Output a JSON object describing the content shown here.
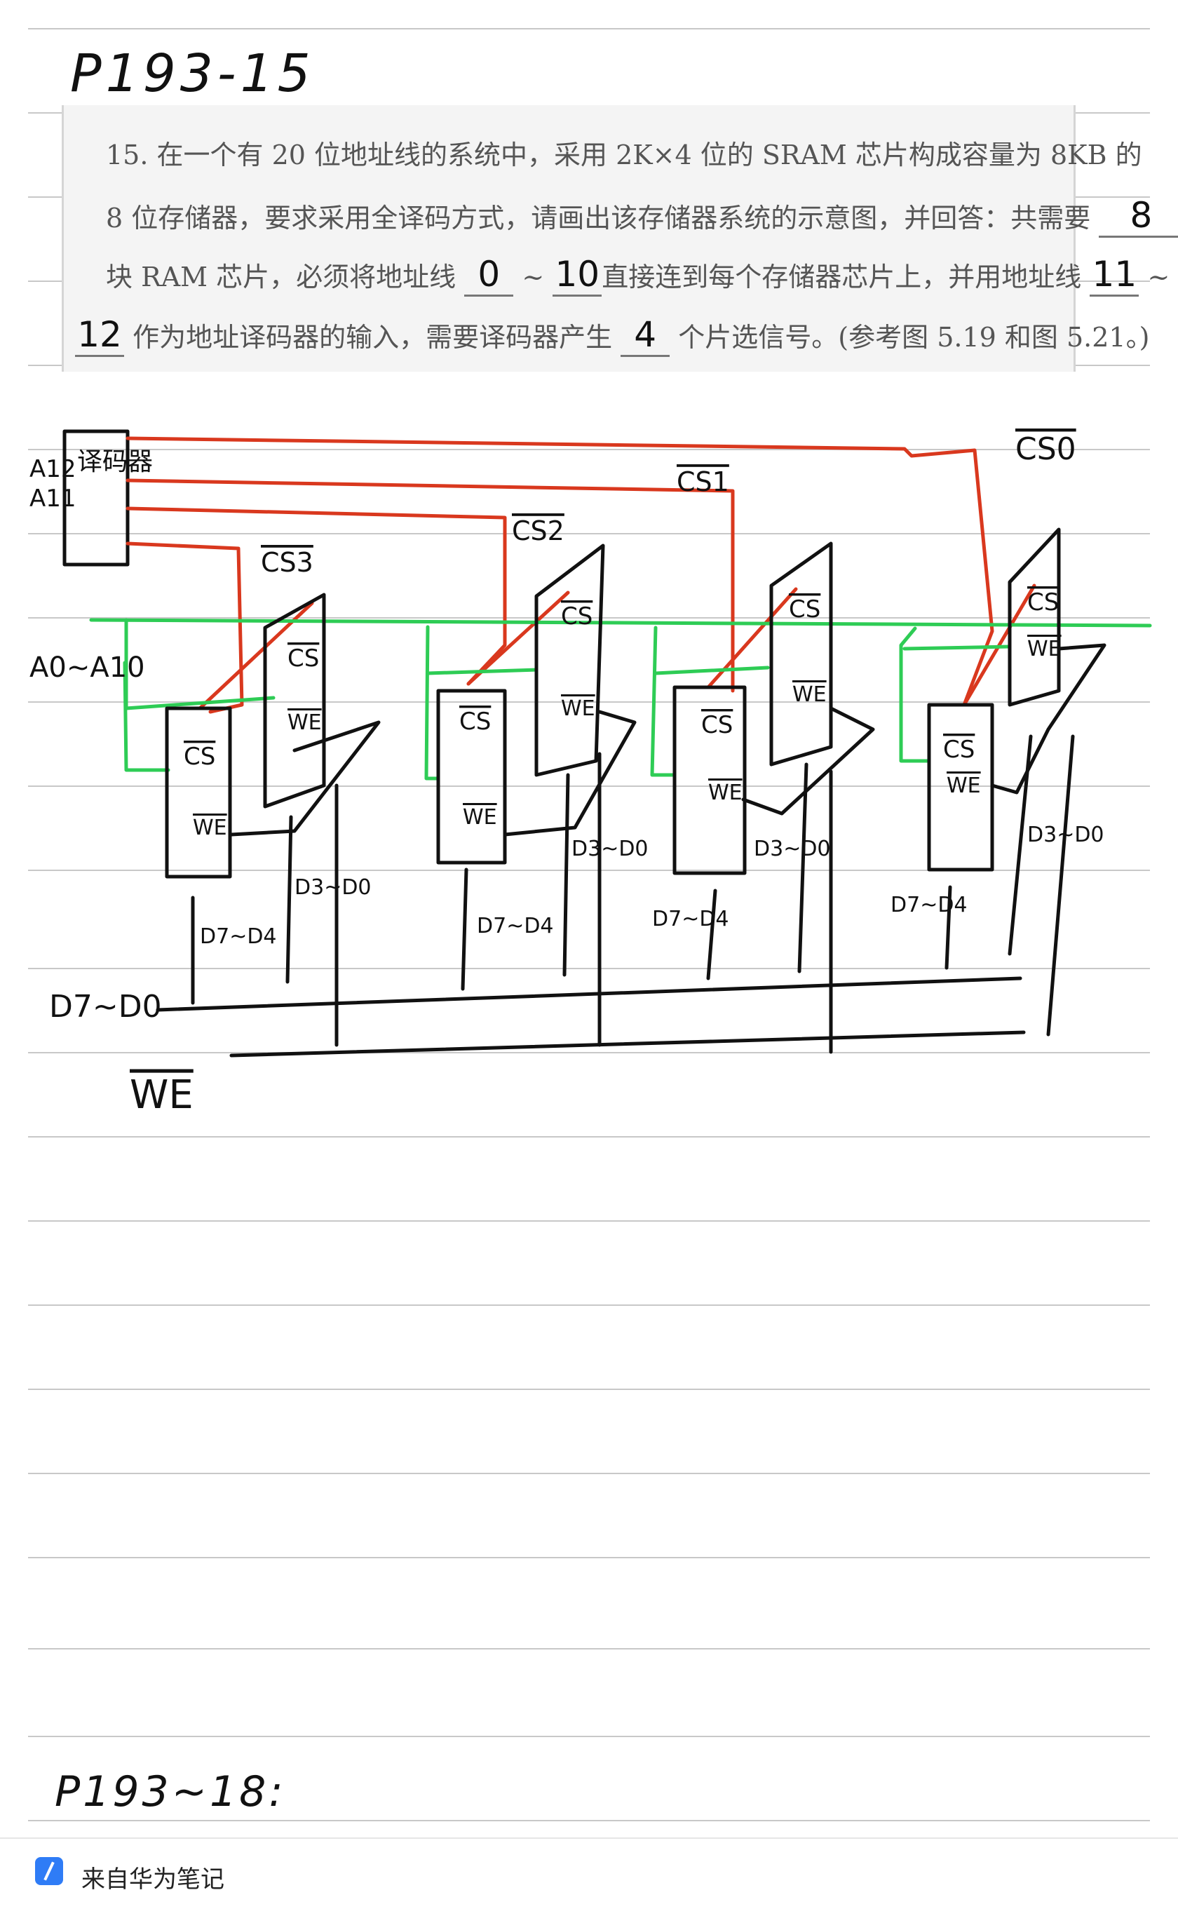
{
  "page_title": "P193-15",
  "problem": {
    "line1": "15. 在一个有 20 位地址线的系统中，采用 2K×4 位的 SRAM 芯片构成容量为 8KB 的",
    "line2a": "8 位存储器，要求采用全译码方式，请画出该存储器系统的示意图，并回答：共需要",
    "line3a": "块 RAM 芯片，必须将地址线",
    "line3b": "~",
    "line3c": "直接连到每个存储器芯片上，并用地址线",
    "line3d": "~",
    "line4b": "作为地址译码器的输入，需要译码器产生",
    "line4c": "个片选信号。(参考图 5.19 和图 5.21。)",
    "answers": {
      "chips": "8",
      "addr_low": "0",
      "addr_high": "10",
      "decode_low": "11",
      "decode_high": "12",
      "cs_count": "4"
    }
  },
  "diagram": {
    "decoder_label": "译码器",
    "addr_a12": "A12",
    "addr_a11": "A11",
    "addr_bus": "A0~A10",
    "data_bus": "D7~D0",
    "we_bus": "WE",
    "chip_cs": "CS",
    "chip_we": "WE",
    "cs_labels": [
      "CS3",
      "CS2",
      "CS1",
      "CS0"
    ],
    "high_nibble": "D7~D4",
    "low_nibble": "D3~D0",
    "colors": {
      "cs_wire": "#d9381e",
      "addr_wire": "#2ecc55",
      "ink": "#111111"
    }
  },
  "next_title": "P193~18:",
  "footer": {
    "icon": "huawei-notes-icon",
    "text": "来自华为笔记"
  }
}
